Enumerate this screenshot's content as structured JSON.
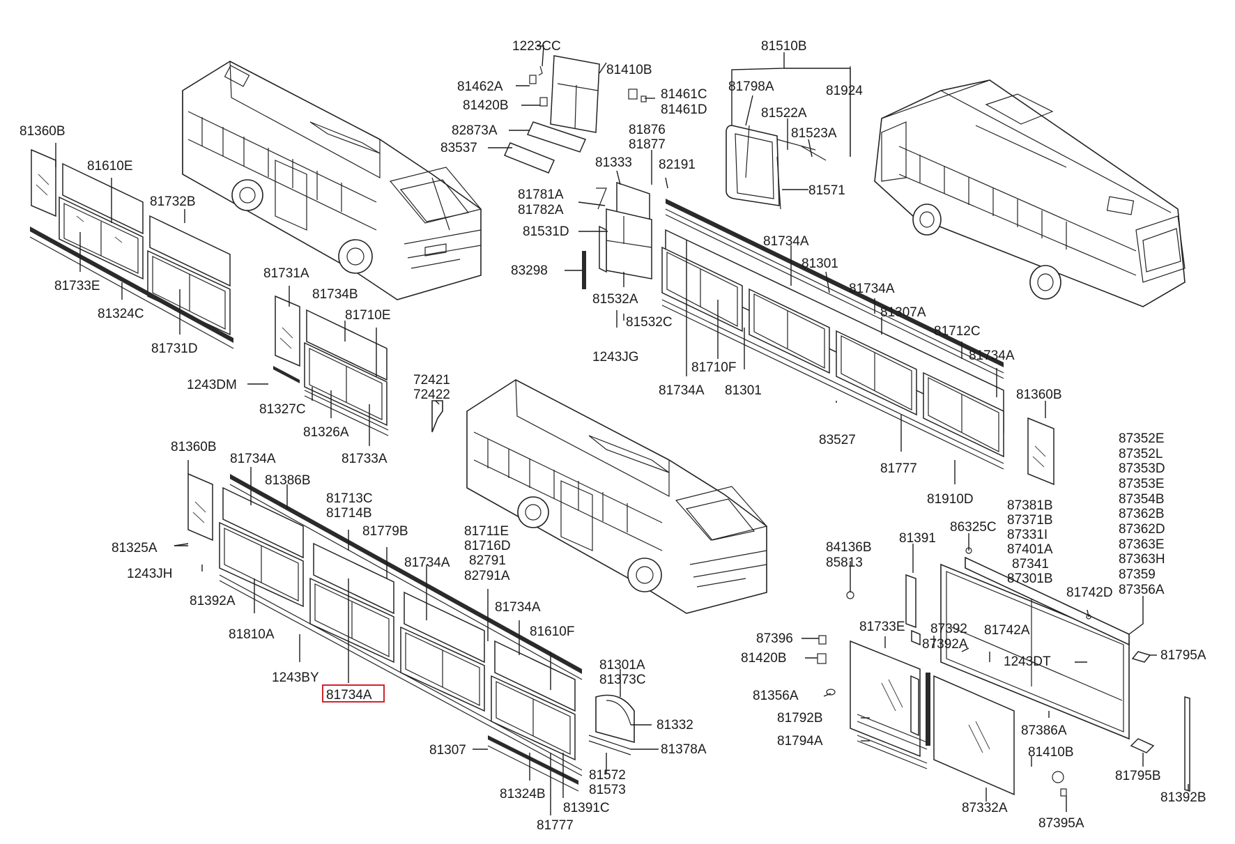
{
  "diagram": {
    "highlighted_part": "81734A",
    "accent_color": "#d0242b",
    "labels": {
      "p1223CC": "1223CC",
      "p81410B_top": "81410B",
      "p81462A": "81462A",
      "p81420B_top": "81420B",
      "p81461C": "81461C",
      "p81461D": "81461D",
      "p82873A": "82873A",
      "p83537": "83537",
      "p81876": "81876",
      "p81877": "81877",
      "p81510B": "81510B",
      "p81798A": "81798A",
      "p81924": "81924",
      "p81522A": "81522A",
      "p81523A": "81523A",
      "p81571": "81571",
      "p81333": "81333",
      "p82191": "82191",
      "p81781A": "81781A",
      "p81782A": "81782A",
      "p81531D": "81531D",
      "p83298": "83298",
      "p81532A": "81532A",
      "p81532C": "81532C",
      "p1243JG": "1243JG",
      "p81734A_r1": "81734A",
      "p81301_r1": "81301",
      "p81734A_r2": "81734A",
      "p81307A": "81307A",
      "p81712C": "81712C",
      "p81734A_r3": "81734A",
      "p81710F": "81710F",
      "p81734A_r4": "81734A",
      "p81301_r2": "81301",
      "p83527": "83527",
      "p81777_r": "81777",
      "p81910D": "81910D",
      "p81360B_r": "81360B",
      "p81360B_tl": "81360B",
      "p81610E": "81610E",
      "p81732B": "81732B",
      "p81733E_l": "81733E",
      "p81324C": "81324C",
      "p81731D": "81731D",
      "p81731A": "81731A",
      "p81734B": "81734B",
      "p81710E": "81710E",
      "p1243DM": "1243DM",
      "p81327C": "81327C",
      "p81326A": "81326A",
      "p81733A": "81733A",
      "p72421": "72421",
      "p72422": "72422",
      "p81360B_ml": "81360B",
      "p81734A_l1": "81734A",
      "p81386B": "81386B",
      "p81713C": "81713C",
      "p81714B": "81714B",
      "p81779B": "81779B",
      "p81711E": "81711E",
      "p81716D": "81716D",
      "p82791": "82791",
      "p82791A": "82791A",
      "p81734A_l2": "81734A",
      "p81734A_l3": "81734A",
      "p81610F": "81610F",
      "p81325A": "81325A",
      "p1243JH": "1243JH",
      "p81392A": "81392A",
      "p81810A": "81810A",
      "p1243BY": "1243BY",
      "p81734A_hl": "81734A",
      "p81301A": "81301A",
      "p81373C": "81373C",
      "p81332": "81332",
      "p81378A": "81378A",
      "p81307": "81307",
      "p81572": "81572",
      "p81573": "81573",
      "p81324B": "81324B",
      "p81391C": "81391C",
      "p81777_l": "81777",
      "p84136B": "84136B",
      "p85813": "85813",
      "p81391": "81391",
      "p86325C": "86325C",
      "p87352E": "87352E",
      "p87352L": "87352L",
      "p87353D": "87353D",
      "p87353E": "87353E",
      "p87354B": "87354B",
      "p87362B": "87362B",
      "p87362D": "87362D",
      "p87363E": "87363E",
      "p87363H": "87363H",
      "p87359": "87359",
      "p87356A": "87356A",
      "p87381B": "87381B",
      "p87371B": "87371B",
      "p87331I": "87331I",
      "p87401A": "87401A",
      "p87341": "87341",
      "p87301B": "87301B",
      "p81742D": "81742D",
      "p87396": "87396",
      "p81420B_b": "81420B",
      "p81733E_b": "81733E",
      "p87392": "87392",
      "p87392A": "87392A",
      "p81742A": "81742A",
      "p1243DT": "1243DT",
      "p81795A": "81795A",
      "p81356A": "81356A",
      "p81792B": "81792B",
      "p81794A": "81794A",
      "p87386A": "87386A",
      "p81410B_b": "81410B",
      "p81795B": "81795B",
      "p87332A": "87332A",
      "p87395A": "87395A",
      "p81392B": "81392B"
    },
    "icons": {
      "bus_front_view": "bus-front-left-icon",
      "bus_rear_view": "bus-rear-right-icon",
      "bus_middle_view": "bus-front-left-icon"
    }
  }
}
